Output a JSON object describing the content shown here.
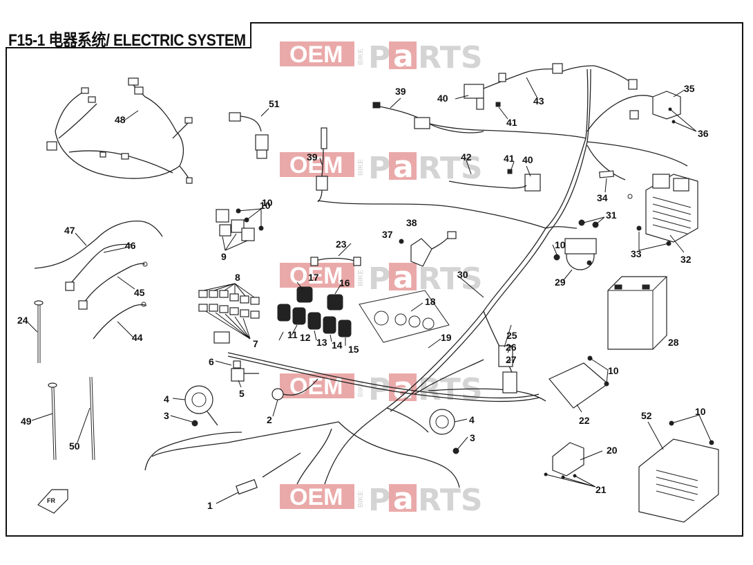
{
  "title": "F15-1 电器系统/ ELECTRIC SYSTEM",
  "watermark": {
    "oem": "OEM",
    "bike": "BIKE",
    "parts_p": "P",
    "parts_a": "a",
    "parts_rts": "RTS"
  },
  "callouts": [
    "1",
    "2",
    "3",
    "3",
    "4",
    "4",
    "5",
    "6",
    "7",
    "8",
    "9",
    "10",
    "10",
    "10",
    "10",
    "10",
    "11",
    "12",
    "13",
    "14",
    "15",
    "16",
    "17",
    "18",
    "19",
    "20",
    "21",
    "22",
    "23",
    "24",
    "25",
    "26",
    "27",
    "28",
    "29",
    "30",
    "31",
    "32",
    "33",
    "34",
    "35",
    "36",
    "37",
    "38",
    "39",
    "39",
    "40",
    "40",
    "41",
    "41",
    "42",
    "43",
    "44",
    "45",
    "46",
    "47",
    "48",
    "49",
    "50",
    "51",
    "52"
  ],
  "colors": {
    "line": "#222222",
    "watermark_red": "#e8a0a0",
    "watermark_gray": "#d0d0d0"
  }
}
